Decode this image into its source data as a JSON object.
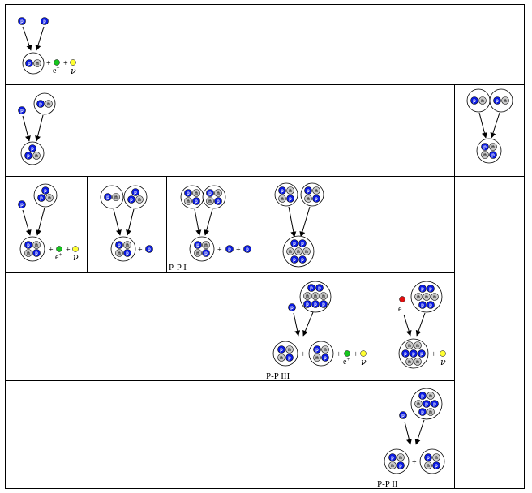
{
  "labels": {
    "pp1": "P-P  I",
    "pp2": "P-P  II",
    "pp3": "P-P  III"
  },
  "symbols": {
    "plus": "+",
    "positron": "e+",
    "electron": "e-",
    "neutrino": "ν",
    "proton_letter": "p",
    "neutron_letter": "n"
  },
  "colors": {
    "proton": "#0b1be0",
    "neutron": "#c8c8c8",
    "positron": "#17c51e",
    "electron": "#e01010",
    "neutrino": "#ffff33",
    "lines": "#000000"
  }
}
